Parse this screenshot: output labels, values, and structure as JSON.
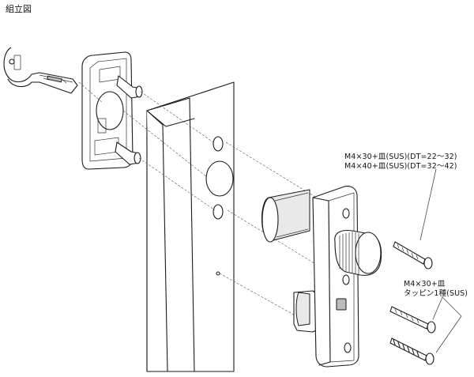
{
  "title": "組立図",
  "callouts": {
    "screw_top_line1": "M4×30+皿(SUS)(DT=22～32)",
    "screw_top_line2": "M4×40+皿(SUS)(DT=32～42)",
    "screw_bottom_line1": "M4×30+皿",
    "screw_bottom_line2": "タッピン1種(SUS)"
  }
}
